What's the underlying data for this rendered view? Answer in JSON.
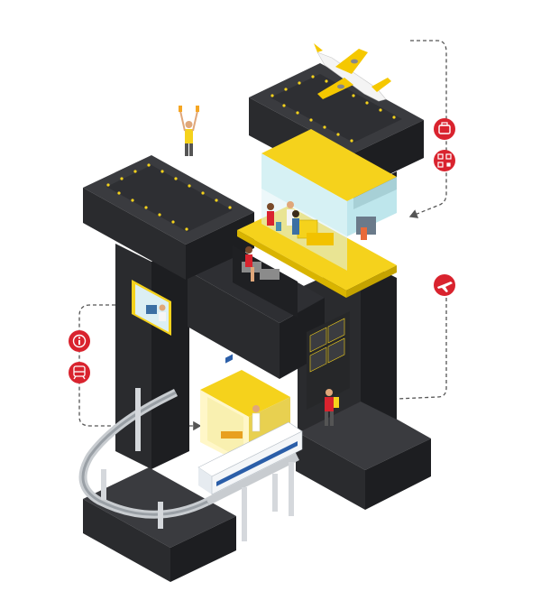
{
  "illustration": {
    "subject": "isometric-letter-h-airport",
    "colors": {
      "block_top": "#3a3b3f",
      "block_left": "#2a2b2e",
      "block_right": "#1d1e21",
      "accent_yellow": "#f5d21c",
      "glass": "#9fd8e0",
      "badge_red": "#d9232e",
      "dashed_arrow": "#555555",
      "runway_light": "#f5d21c"
    },
    "badges": [
      {
        "name": "luggage",
        "icon": "luggage-icon"
      },
      {
        "name": "qr-code",
        "icon": "qr-code-icon"
      },
      {
        "name": "plane-arrival",
        "icon": "plane-icon"
      },
      {
        "name": "information",
        "icon": "info-icon"
      },
      {
        "name": "train",
        "icon": "train-icon"
      }
    ]
  }
}
